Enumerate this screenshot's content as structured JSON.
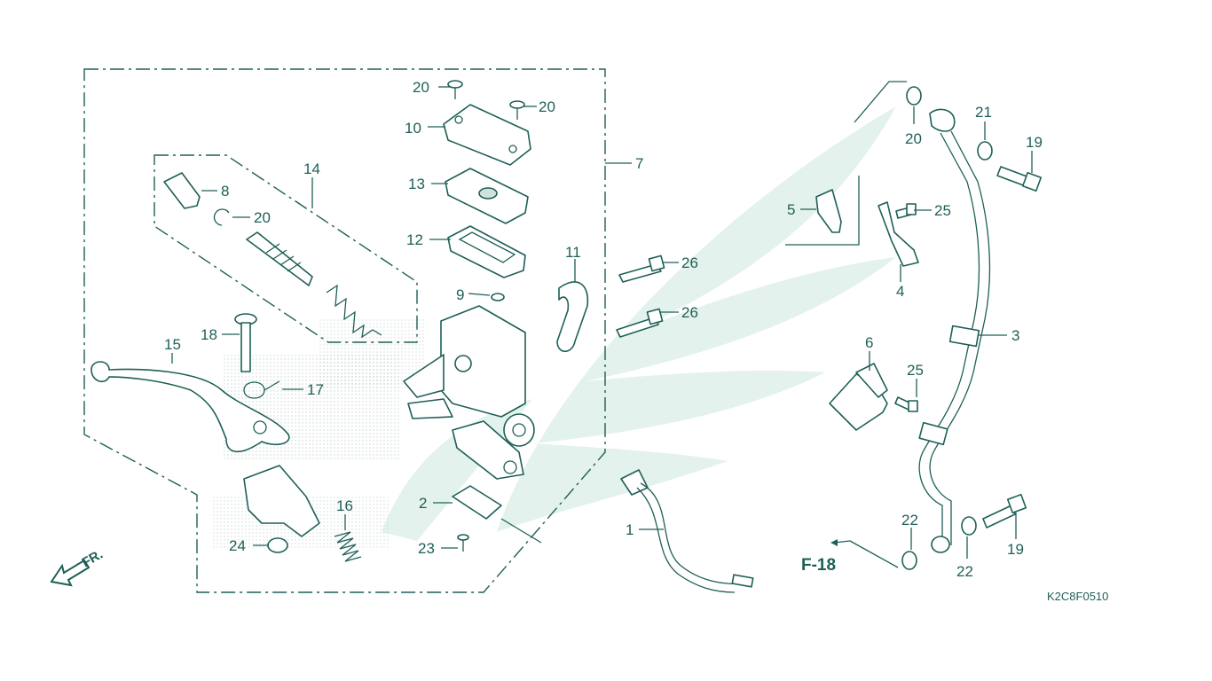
{
  "diagram_code": "K2C8F0510",
  "reference": "F-18",
  "direction_label": "FR.",
  "callouts": [
    {
      "id": "c1",
      "text": "1"
    },
    {
      "id": "c2",
      "text": "2"
    },
    {
      "id": "c3",
      "text": "3"
    },
    {
      "id": "c4",
      "text": "4"
    },
    {
      "id": "c5",
      "text": "5"
    },
    {
      "id": "c6",
      "text": "6"
    },
    {
      "id": "c7",
      "text": "7"
    },
    {
      "id": "c8",
      "text": "8"
    },
    {
      "id": "c9",
      "text": "9"
    },
    {
      "id": "c10",
      "text": "10"
    },
    {
      "id": "c11",
      "text": "11"
    },
    {
      "id": "c12",
      "text": "12"
    },
    {
      "id": "c13",
      "text": "13"
    },
    {
      "id": "c14",
      "text": "14"
    },
    {
      "id": "c15",
      "text": "15"
    },
    {
      "id": "c16",
      "text": "16"
    },
    {
      "id": "c17",
      "text": "17"
    },
    {
      "id": "c18",
      "text": "18"
    },
    {
      "id": "c19a",
      "text": "19"
    },
    {
      "id": "c19b",
      "text": "19"
    },
    {
      "id": "c20a",
      "text": "20"
    },
    {
      "id": "c20b",
      "text": "20"
    },
    {
      "id": "c20c",
      "text": "20"
    },
    {
      "id": "c20d",
      "text": "20"
    },
    {
      "id": "c21",
      "text": "21"
    },
    {
      "id": "c22a",
      "text": "22"
    },
    {
      "id": "c22b",
      "text": "22"
    },
    {
      "id": "c23",
      "text": "23"
    },
    {
      "id": "c24",
      "text": "24"
    },
    {
      "id": "c25a",
      "text": "25"
    },
    {
      "id": "c25b",
      "text": "25"
    },
    {
      "id": "c26a",
      "text": "26"
    },
    {
      "id": "c26b",
      "text": "26"
    }
  ]
}
